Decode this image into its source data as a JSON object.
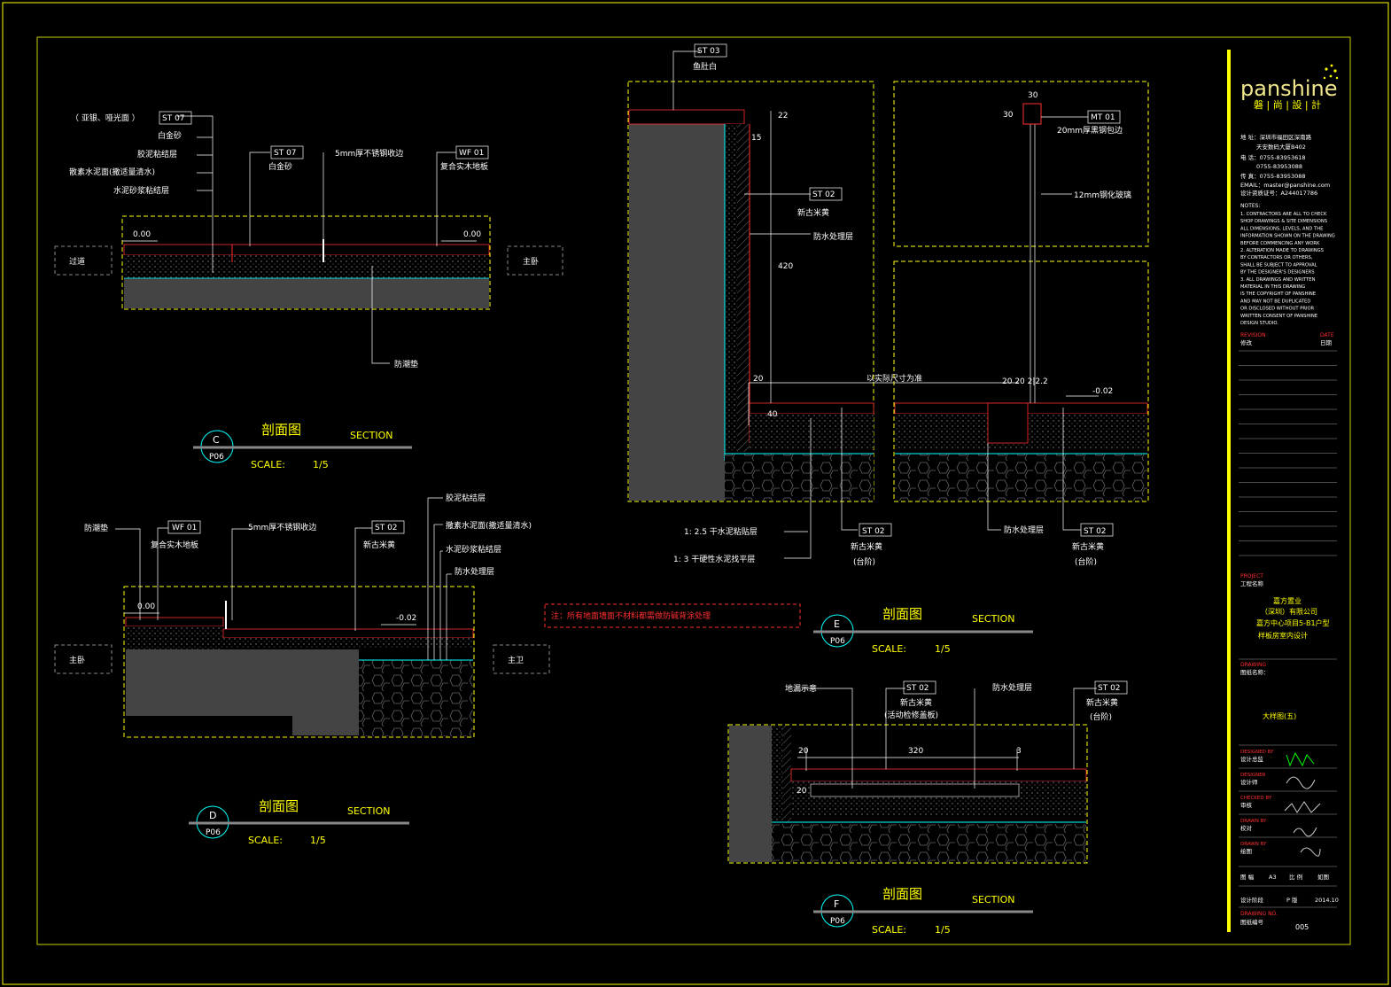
{
  "sections": [
    {
      "id": "C",
      "ref": "P06",
      "title_cn": "剖面图",
      "title_en": "SECTION",
      "scale_label": "SCALE:",
      "scale_value": "1/5",
      "notes": {
        "top_left": "（ 亚银、哑光面 ）",
        "tag1": "ST 07",
        "tag1_sub": "白金砂",
        "layer1": "胶泥粘结层",
        "layer2": "散素水泥面(撒适量清水)",
        "layer3": "水泥砂浆粘结层",
        "tag2": "ST 07",
        "tag2_sub": "白金砂",
        "strip": "5mm厚不锈钢收边",
        "tag3": "WF 01",
        "tag3_sub": "复合实木地板",
        "level_left": "0.00",
        "level_right": "0.00",
        "room_left": "过道",
        "room_right": "主卧",
        "bottom": "防潮垫"
      }
    },
    {
      "id": "D",
      "ref": "P06",
      "title_cn": "剖面图",
      "title_en": "SECTION",
      "scale_label": "SCALE:",
      "scale_value": "1/5",
      "notes": {
        "moisture": "防潮垫",
        "tag1": "WF 01",
        "tag1_sub": "复合实木地板",
        "strip": "5mm厚不锈钢收边",
        "tag2": "ST 02",
        "tag2_sub": "新古米黄",
        "layer1": "胶泥粘结层",
        "layer2": "撒素水泥面(撒适量清水)",
        "layer3": "水泥砂浆粘结层",
        "layer4": "防水处理层",
        "level_left": "0.00",
        "level_right": "-0.02",
        "room_left": "主卧",
        "room_right": "主卫"
      }
    },
    {
      "id": "E",
      "ref": "P06",
      "title_cn": "剖面图",
      "title_en": "SECTION",
      "scale_label": "SCALE:",
      "scale_value": "1/5",
      "notes": {
        "tag_top": "ST 03",
        "tag_top_sub": "鱼肚白",
        "tag_mid": "ST 02",
        "tag_mid_sub": "新古米黄",
        "waterproof": "防水处理层",
        "dim_420": "420",
        "dim_22": "22",
        "dim_15": "15",
        "dim_20": "20",
        "dim_40": "40",
        "dim_line": "以实际尺寸为准",
        "glass_tag": "MT 01",
        "glass_note1": "20mm厚黑钢包边",
        "glass_note2": "12mm钢化玻璃",
        "dim_30a": "30",
        "dim_30b": "30",
        "dims_right": "20  20 2|2.2",
        "level": "-0.02",
        "bottom1": "1: 2.5 干水泥粘贴层",
        "bottom2": "1: 3 干硬性水泥找平层",
        "tag_b1": "ST 02",
        "tag_b1_sub": "新古米黄",
        "tag_b1_sub2": "(台阶)",
        "wp_bottom": "防水处理层",
        "tag_b2": "ST 02",
        "tag_b2_sub": "新古米黄",
        "tag_b2_sub2": "(台阶)"
      }
    },
    {
      "id": "F",
      "ref": "P06",
      "title_cn": "剖面图",
      "title_en": "SECTION",
      "scale_label": "SCALE:",
      "scale_value": "1/5",
      "notes": {
        "drain": "地漏示意",
        "tag1": "ST 02",
        "tag1_sub": "新古米黄",
        "tag1_sub2": "(活动检修盖板)",
        "waterproof": "防水处理层",
        "tag2": "ST 02",
        "tag2_sub": "新古米黄",
        "tag2_sub2": "(台阶)",
        "dim_20": "20",
        "dim_320": "320",
        "dim_3": "3",
        "dim_20b": "20"
      }
    }
  ],
  "note_red": "注：所有地面墙面不材料都需做防碱背涂处理",
  "title_block": {
    "brand": "panshine",
    "brand_cn": "磐 | 尚 | 設 | 計",
    "address1": "地 址：深圳市福田区深南路",
    "address2": "天安数码大厦B402",
    "tel1": "电 话：0755-83953618",
    "tel2": "0755-83953088",
    "fax": "传 真：0755-83953088",
    "email": "EMAIL：master@panshine.com",
    "license": "设计资质证号：A244017786",
    "notes_head": "NOTES:",
    "notes": [
      "1. CONTRACTORS ARE ALL TO CHECK",
      "SHOP DRAWINGS & SITE DIMENSIONS",
      "ALL DIMENSIONS, LEVELS, AND THE",
      "INFORMATION SHOWN ON THE DRAWING",
      "BEFORE COMMENCING ANY WORK",
      "2. ALTERATION MADE TO DRAWINGS",
      "BY CONTRACTORS OR OTHERS,",
      "SHALL BE SUBJECT TO APPROVAL",
      "BY THE DESIGNER'S DESIGNERS",
      "3. ALL DRAWINGS AND WRITTEN",
      "MATERIAL IN THIS DRAWING",
      "IS THE COPYRIGHT OF PANSHINE",
      "AND MAY NOT BE DUPLICATED",
      "OR DISCLOSED WITHOUT PRIOR",
      "WRITTEN CONSENT OF PANSHINE",
      "DESIGN STUDIO."
    ],
    "rev_label": "修改",
    "rev_label_en": "REVISION",
    "date_label": "日期",
    "date_label_en": "DATE",
    "project_label": "PROJECT",
    "project_label_cn": "工程名称",
    "client1": "嘉方置业",
    "client2": "（深圳）有限公司",
    "client3": "嘉方中心项目5-B1户型",
    "client4": "样板房室内设计",
    "drawing_label": "DRAWING",
    "drawing_label_cn": "图纸名称：",
    "drawing_name": "大样图(五)",
    "roles": [
      {
        "en": "DESIGNED BY",
        "cn": "设计总监"
      },
      {
        "en": "DESIGNER",
        "cn": "设计师"
      },
      {
        "en": "CHECKED BY",
        "cn": "审核"
      },
      {
        "en": "DRAWN BY",
        "cn": "校对"
      },
      {
        "en": "DRAWN BY",
        "cn": "绘图"
      }
    ],
    "size_label": "图 幅",
    "size_value": "A3",
    "scale_label": "比 例",
    "scale_value": "如图",
    "phase_label": "设计阶段",
    "phase_value": "P 版",
    "date_value": "2014.10",
    "drawing_no_label": "DRAWING NO.",
    "drawing_no_label_cn": "图纸编号",
    "drawing_no": "005"
  }
}
